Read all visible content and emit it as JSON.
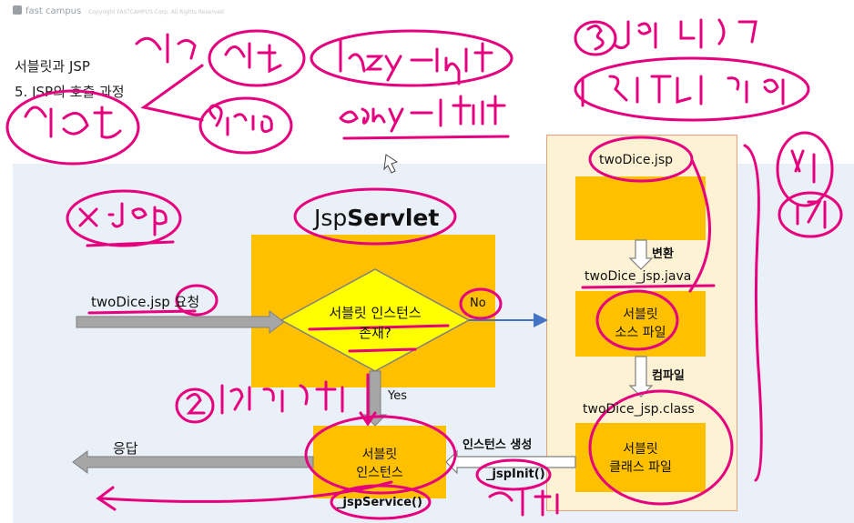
{
  "header": {
    "brand": "fast campus",
    "copyright": "Copyright FASTCAMPUS Corp. All Rights Reserved",
    "title": "서블릿과 JSP",
    "subtitle": "5. JSP의 호출 과정"
  },
  "diagram": {
    "engine_label_light": "Jsp",
    "engine_label_bold": "Servlet",
    "request_label": "twoDice.jsp 요청",
    "decision_line1": "서블릿 인스턴스",
    "decision_line2": "존재?",
    "no_label": "No",
    "yes_label": "Yes",
    "response_label": "응답",
    "instance_box_line1": "서블릿",
    "instance_box_line2": "인스턴스",
    "service_method": "_jspService()",
    "create_instance_label": "인스턴스 생성",
    "init_method": "_jspInit()",
    "jsp_file": "twoDice.jsp",
    "convert_label": "변환",
    "java_file": "twoDice_jsp.java",
    "source_box_line1": "서블릿",
    "source_box_line2": "소스 파일",
    "compile_label": "컴파일",
    "class_file": "twoDice_jsp.class",
    "class_box_line1": "서블릿",
    "class_box_line2": "클래스 파일"
  },
  "colors": {
    "box_fill": "#ffc000",
    "decision_fill": "#ffff00",
    "panel_fill": "#fdf2d3",
    "background": "#eaf0f8",
    "ink": "#e6007e",
    "arrow_blue": "#4472c4",
    "arrow_gray": "#a6a6a6"
  }
}
